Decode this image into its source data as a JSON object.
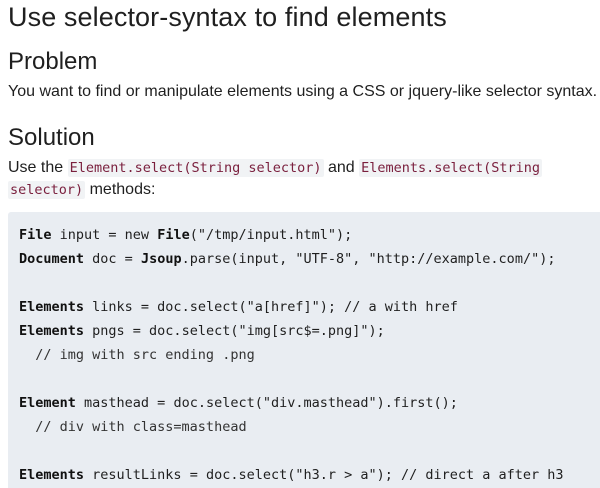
{
  "doc": {
    "title": "Use selector-syntax to find elements",
    "problem": {
      "heading": "Problem",
      "text": "You want to find or manipulate elements using a CSS or jquery-like selector syntax."
    },
    "solution": {
      "heading": "Solution",
      "line1_prefix": "Use the ",
      "code1": "Element.select(String selector)",
      "line1_mid": " and ",
      "code2a": "Elements.select(String",
      "code2b": "selector)",
      "line2_suffix": " methods:"
    },
    "code": {
      "l1": {
        "t1": "File",
        "t2": " input = new ",
        "t3": "File",
        "t4": "(\"/tmp/input.html\");"
      },
      "l2": {
        "t1": "Document",
        "t2": " doc = ",
        "t3": "Jsoup",
        "t4": ".parse(input, \"UTF-8\", \"http://example.com/\");"
      },
      "l3": {
        "t1": "Elements",
        "t2": " links = doc.select(\"a[href]\"); // a with href"
      },
      "l4": {
        "t1": "Elements",
        "t2": " pngs = doc.select(\"img[src$=.png]\");"
      },
      "l5": "  // img with src ending .png",
      "l6": {
        "t1": "Element",
        "t2": " masthead = doc.select(\"div.masthead\").first();"
      },
      "l7": "  // div with class=masthead",
      "l8": {
        "t1": "Elements",
        "t2": " resultLinks = doc.select(\"h3.r > a\"); // direct a after h3"
      }
    }
  }
}
